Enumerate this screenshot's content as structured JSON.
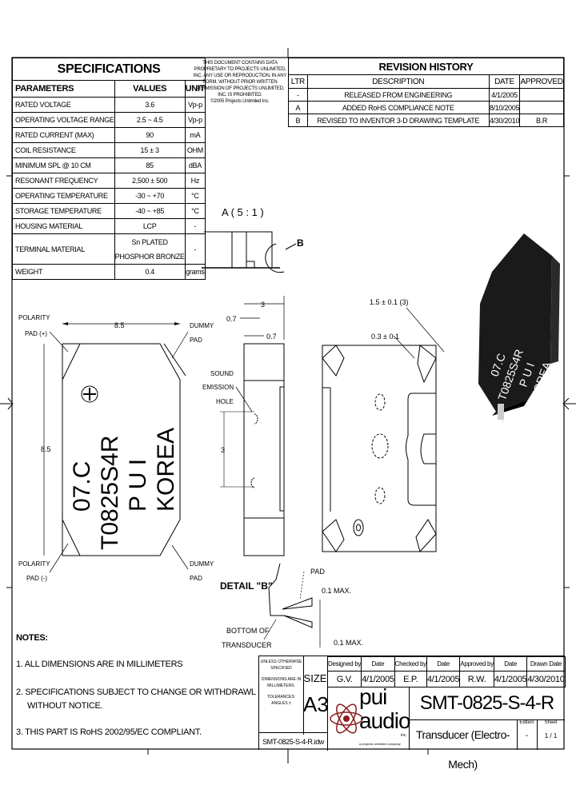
{
  "specifications": {
    "title": "SPECIFICATIONS",
    "headers": [
      "PARAMETERS",
      "VALUES",
      "UNIT"
    ],
    "rows": [
      {
        "param": "RATED VOLTAGE",
        "value": "3.6",
        "unit": "Vp-p"
      },
      {
        "param": "OPERATING VOLTAGE RANGE",
        "value": "2.5 ~ 4.5",
        "unit": "Vp-p"
      },
      {
        "param": "RATED CURRENT (MAX)",
        "value": "90",
        "unit": "mA"
      },
      {
        "param": "COIL RESISTANCE",
        "value": "15 ± 3",
        "unit": "OHM"
      },
      {
        "param": "MINIMUM SPL @ 10 CM",
        "value": "85",
        "unit": "dBA"
      },
      {
        "param": "RESONANT FREQUENCY",
        "value": "2,500 ± 500",
        "unit": "Hz"
      },
      {
        "param": "OPERATING TEMPERATURE",
        "value": "-30 ~ +70",
        "unit": "°C"
      },
      {
        "param": "STORAGE TEMPERATURE",
        "value": "-40 ~ +85",
        "unit": "°C"
      },
      {
        "param": "HOUSING MATERIAL",
        "value": "LCP",
        "unit": "-"
      },
      {
        "param": "TERMINAL MATERIAL",
        "value": "Sn PLATED",
        "value2": "PHOSPHOR BRONZE",
        "unit": "-"
      },
      {
        "param": "WEIGHT",
        "value": "0.4",
        "unit": "grams"
      }
    ]
  },
  "notice": {
    "text": "THIS DOCUMENT CONTAINS DATA PROPRIETARY TO PROJECTS UNLIMITED, INC. ANY USE OR REPRODUCTION, IN ANY FORM, WITHOUT PRIOR WRITTEN PERMISSION OF PROJECTS UNLIMITED, INC. IS PROHIBITED.",
    "copyright": "©2005 Projects Unlimited Inc."
  },
  "revision_history": {
    "title": "REVISION HISTORY",
    "headers": [
      "LTR",
      "DESCRIPTION",
      "DATE",
      "APPROVED"
    ],
    "rows": [
      {
        "ltr": "-",
        "description": "RELEASED FROM ENGINEERING",
        "date": "4/1/2005",
        "approved": ""
      },
      {
        "ltr": "A",
        "description": "ADDED RoHS COMPLIANCE NOTE",
        "date": "8/10/2005",
        "approved": ""
      },
      {
        "ltr": "B",
        "description": "REVISED TO INVENTOR 3-D DRAWING TEMPLATE",
        "date": "4/30/2010",
        "approved": "B.R"
      }
    ]
  },
  "drawing": {
    "detail_a_label": "A ( 5 : 1 )",
    "detail_b_callout": "B",
    "polarity_pos": [
      "POLARITY",
      "PAD (+)"
    ],
    "polarity_neg": [
      "POLARITY",
      "PAD (-)"
    ],
    "dummy_pad": [
      "DUMMY",
      "PAD"
    ],
    "dim_width": "8.5",
    "dim_height": "8.5",
    "marking_lines": [
      "07.C",
      "T0825S4R",
      "P U I",
      "KOREA"
    ],
    "side_dim_3": "3",
    "side_dim_07a": "0.7",
    "side_dim_07b": "0.7",
    "sound_hole": [
      "SOUND",
      "EMISSION",
      "HOLE"
    ],
    "hole_dim": "3",
    "pad_dim_15": "1.5 ± 0.1 (3)",
    "pad_dim_03": "0.3 ± 0.1",
    "detail_b_title": "DETAIL \"B\"",
    "pad_label": "PAD",
    "max_top": "0.1 MAX.",
    "max_bottom": "0.1 MAX.",
    "bottom_label": [
      "BOTTOM OF",
      "TRANSDUCER"
    ],
    "render_lines": [
      "07.C",
      "T0825S4R",
      "P U I",
      "KOREA"
    ]
  },
  "notes": {
    "title": "NOTES:",
    "items": [
      "1. ALL DIMENSIONS ARE IN MILLIMETERS",
      "2. SPECIFICATIONS SUBJECT TO CHANGE OR WITHDRAWL",
      "WITHOUT NOTICE.",
      "3. THIS PART IS RoHS 2002/95/EC COMPLIANT."
    ]
  },
  "title_block": {
    "tolerance_note": [
      "UNLESS OTHERWISE",
      "SPECIFIED",
      "DIMENSIONS ARE IN",
      "MILLIMETERS.",
      "TOLERANCES:",
      "ANGLES ±"
    ],
    "size_label": "SIZE",
    "size": "A3",
    "filename": "SMT-0825-S-4-R.idw",
    "signoff_headers": [
      "Designed by",
      "Date",
      "Checked by",
      "Date",
      "Approved by",
      "Date",
      "Drawn Date"
    ],
    "signoff_values": [
      "G.V.",
      "4/1/2005",
      "E.P.",
      "4/1/2005",
      "R.W.",
      "4/1/2005",
      "4/30/2010"
    ],
    "logo_top": "pui",
    "logo_bottom": "audio",
    "logo_inc": "inc.",
    "logo_tagline": "a projects unlimited company",
    "part_number": "SMT-0825-S-4-R",
    "description": "Transducer (Electro-Mech)",
    "edition_label": "Edition",
    "edition": "-",
    "sheet_label": "Sheet",
    "sheet": "1 / 1"
  },
  "colors": {
    "logo": "#8b1a1a",
    "render": "#1a1a1a"
  }
}
